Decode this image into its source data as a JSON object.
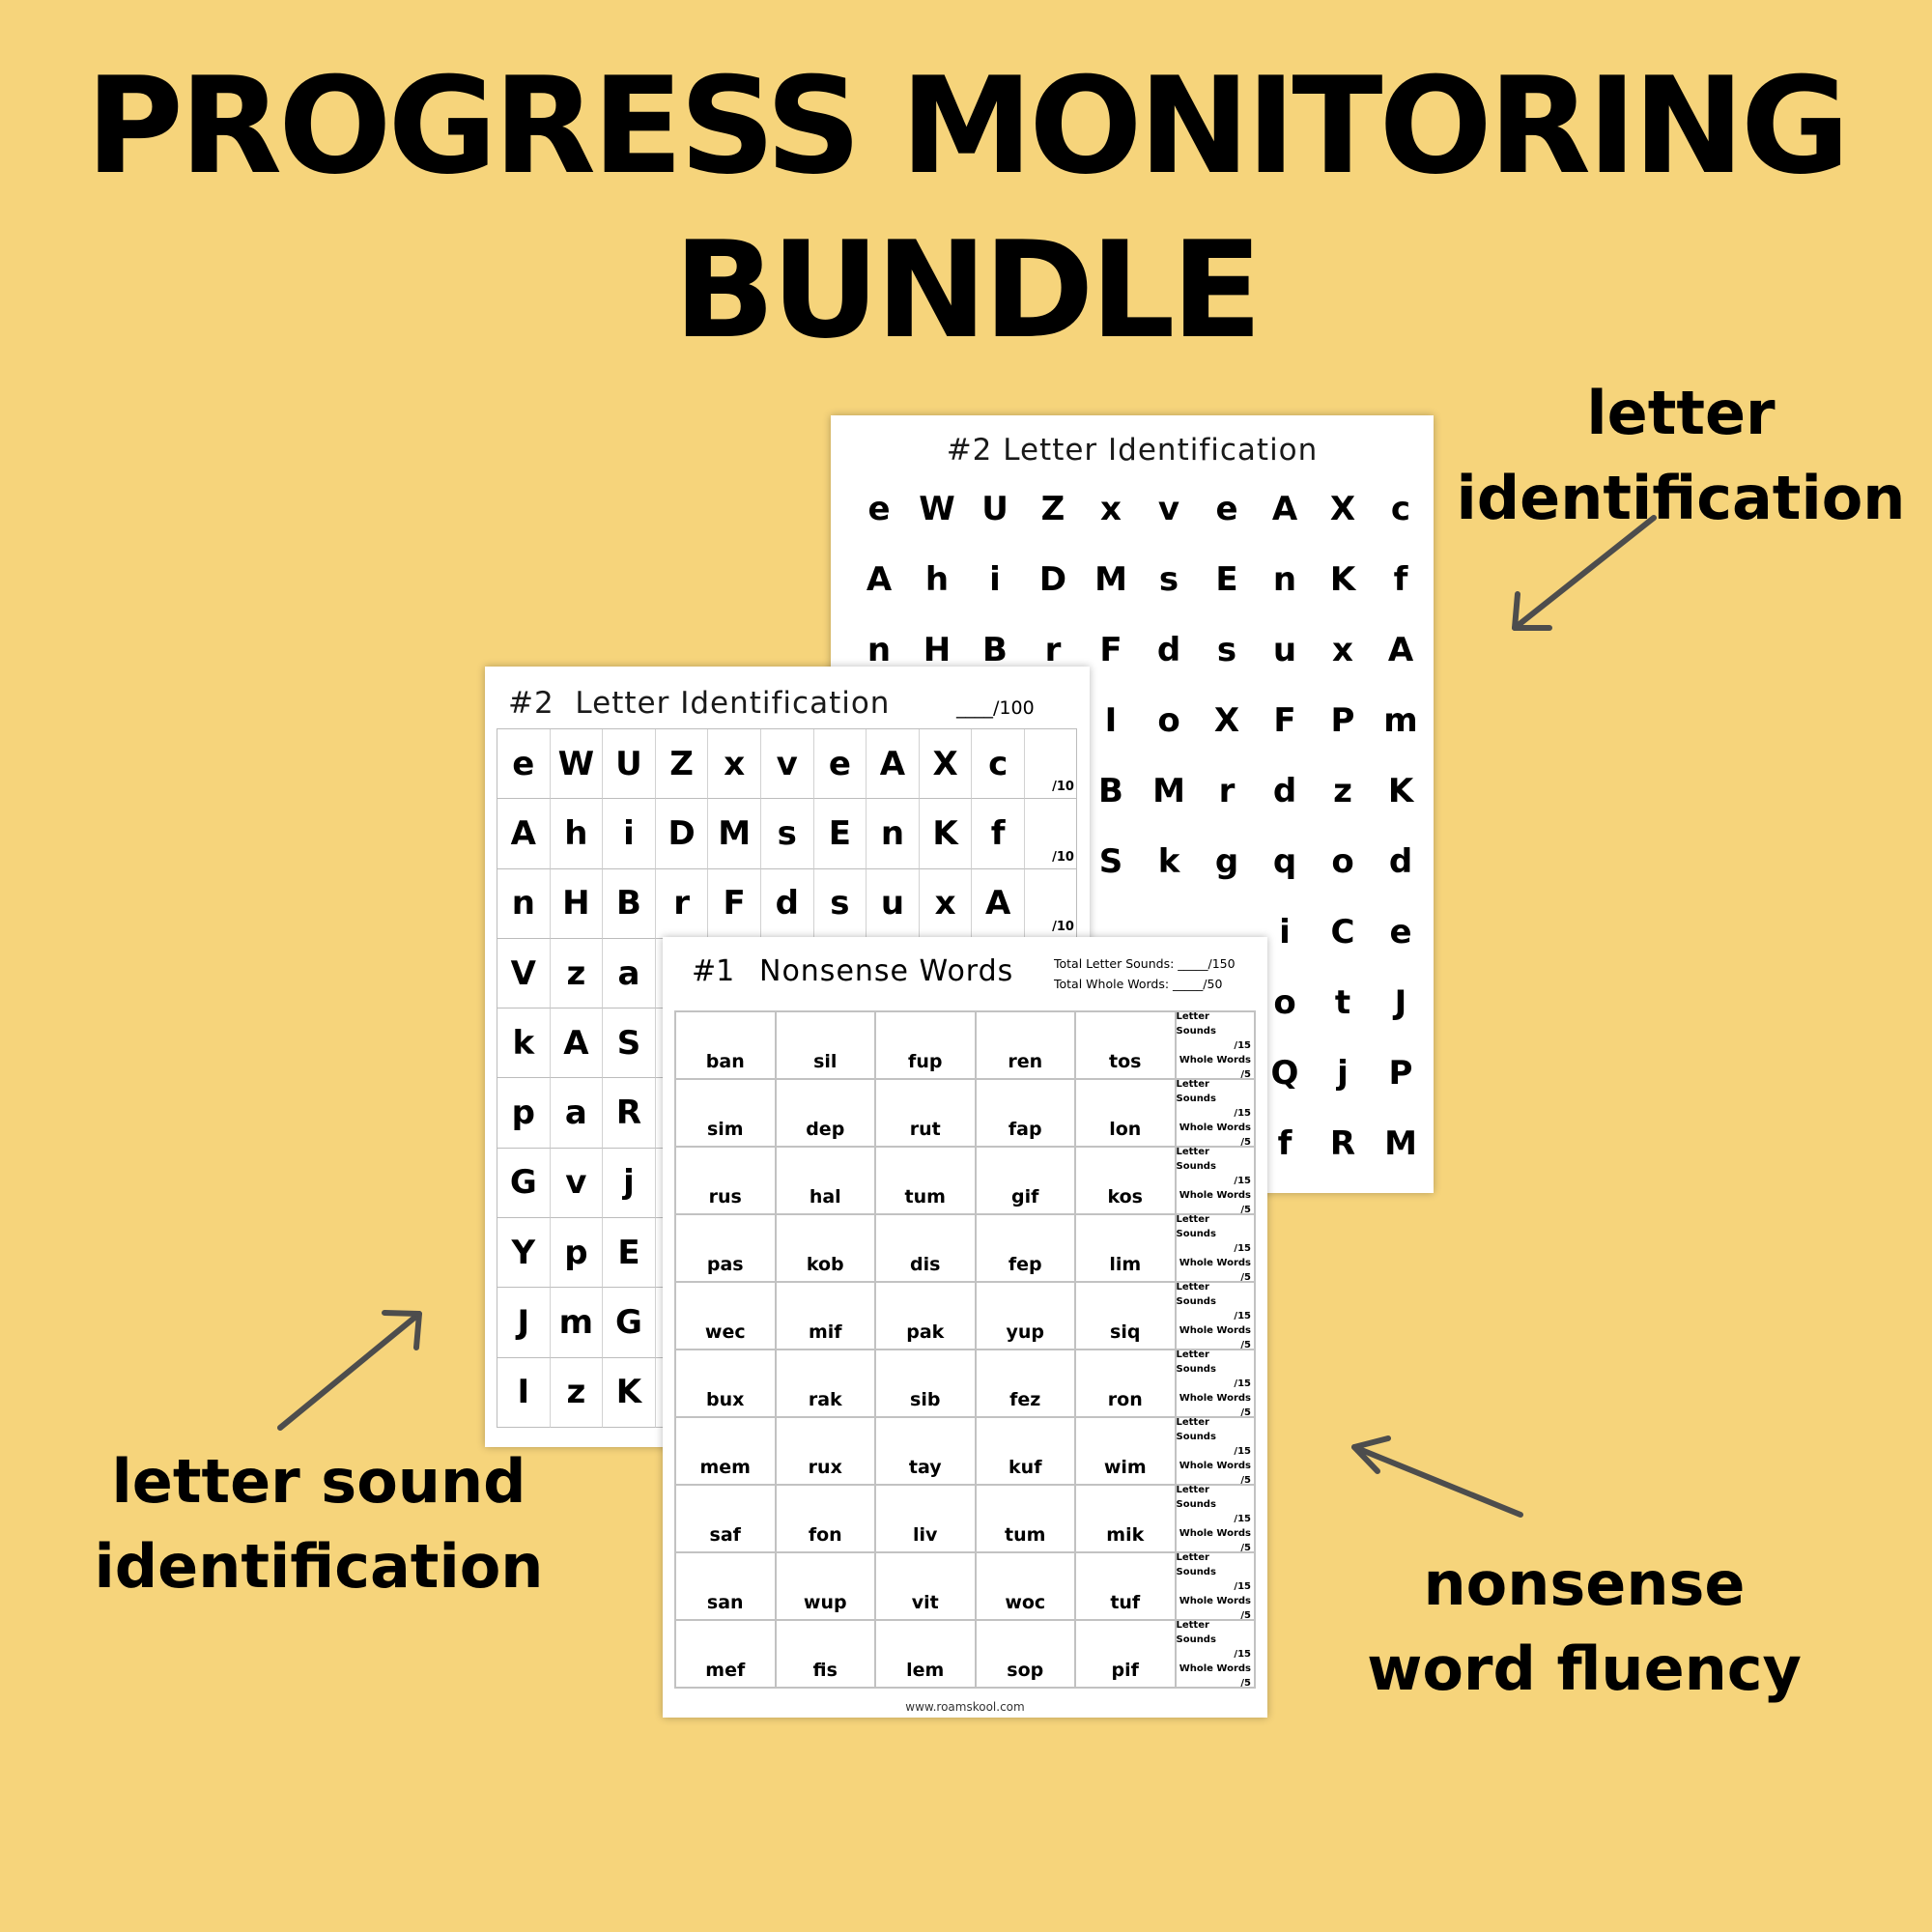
{
  "headline": {
    "line1": "PROGRESS MONITORING",
    "line2": "BUNDLE"
  },
  "callouts": {
    "letter_identification": [
      "letter",
      "identification"
    ],
    "letter_sound_identification": [
      "letter sound",
      "identification"
    ],
    "nonsense_word_fluency": [
      "nonsense",
      "word fluency"
    ]
  },
  "colors": {
    "background": "#f6d47b",
    "arrow": "#4d4d4d"
  },
  "back_sheet": {
    "title": "#2 Letter Identification",
    "letters": [
      "e",
      "W",
      "U",
      "Z",
      "x",
      "v",
      "e",
      "A",
      "X",
      "c",
      "A",
      "h",
      "i",
      "D",
      "M",
      "s",
      "E",
      "n",
      "K",
      "f",
      "n",
      "H",
      "B",
      "r",
      "F",
      "d",
      "s",
      "u",
      "x",
      "A",
      "",
      "",
      "",
      "",
      "I",
      "o",
      "X",
      "F",
      "P",
      "m",
      "",
      "",
      "",
      "",
      "B",
      "M",
      "r",
      "d",
      "z",
      "K",
      "",
      "",
      "",
      "",
      "S",
      "k",
      "g",
      "q",
      "o",
      "d",
      "",
      "",
      "",
      "",
      "",
      "",
      "",
      "i",
      "C",
      "e",
      "",
      "",
      "",
      "",
      "",
      "",
      "",
      "o",
      "t",
      "J",
      "",
      "",
      "",
      "",
      "",
      "",
      "",
      "Q",
      "j",
      "P",
      "",
      "",
      "",
      "",
      "",
      "",
      "",
      "f",
      "R",
      "M"
    ]
  },
  "mid_sheet": {
    "number": "#2",
    "title": "Letter Identification",
    "score": "____/100",
    "row_score": "/10",
    "rows": [
      [
        "e",
        "W",
        "U",
        "Z",
        "x",
        "v",
        "e",
        "A",
        "X",
        "c"
      ],
      [
        "A",
        "h",
        "i",
        "D",
        "M",
        "s",
        "E",
        "n",
        "K",
        "f"
      ],
      [
        "n",
        "H",
        "B",
        "r",
        "F",
        "d",
        "s",
        "u",
        "x",
        "A"
      ],
      [
        "V",
        "z",
        "a",
        "",
        "",
        "",
        "",
        "",
        "",
        ""
      ],
      [
        "k",
        "A",
        "S",
        "",
        "",
        "",
        "",
        "",
        "",
        ""
      ],
      [
        "p",
        "a",
        "R",
        "",
        "",
        "",
        "",
        "",
        "",
        ""
      ],
      [
        "G",
        "v",
        "j",
        "",
        "",
        "",
        "",
        "",
        "",
        ""
      ],
      [
        "Y",
        "p",
        "E",
        "",
        "",
        "",
        "",
        "",
        "",
        ""
      ],
      [
        "J",
        "m",
        "G",
        "",
        "",
        "",
        "",
        "",
        "",
        ""
      ],
      [
        "I",
        "z",
        "K",
        "",
        "",
        "",
        "",
        "",
        "",
        ""
      ]
    ]
  },
  "front_sheet": {
    "number": "#1",
    "title": "Nonsense Words",
    "total_letter_sounds": "Total Letter Sounds: _____/150",
    "total_whole_words": "Total Whole Words: _____/50",
    "score_labels": [
      "Letter Sounds",
      "/15",
      "Whole Words",
      "/5"
    ],
    "rows": [
      [
        "ban",
        "sil",
        "fup",
        "ren",
        "tos"
      ],
      [
        "sim",
        "dep",
        "rut",
        "fap",
        "lon"
      ],
      [
        "rus",
        "hal",
        "tum",
        "gif",
        "kos"
      ],
      [
        "pas",
        "kob",
        "dis",
        "fep",
        "lim"
      ],
      [
        "wec",
        "mif",
        "pak",
        "yup",
        "siq"
      ],
      [
        "bux",
        "rak",
        "sib",
        "fez",
        "ron"
      ],
      [
        "mem",
        "rux",
        "tay",
        "kuf",
        "wim"
      ],
      [
        "saf",
        "fon",
        "liv",
        "tum",
        "mik"
      ],
      [
        "san",
        "wup",
        "vit",
        "woc",
        "tuf"
      ],
      [
        "mef",
        "fis",
        "lem",
        "sop",
        "pif"
      ]
    ],
    "footer": "www.roamskool.com"
  }
}
